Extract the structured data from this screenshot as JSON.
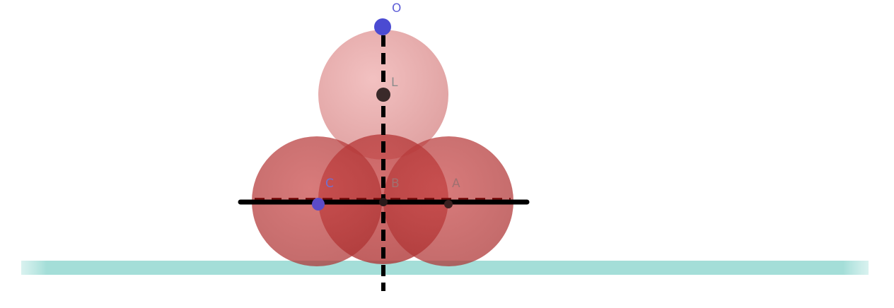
{
  "diagram": {
    "points": {
      "O": {
        "label": "O"
      },
      "L": {
        "label": "L"
      },
      "A": {
        "label": "A"
      },
      "B": {
        "label": "B"
      },
      "C": {
        "label": "C"
      }
    }
  },
  "colors": {
    "background": "#ffffff",
    "ground_plane": "#9fdcd6",
    "sphere_top": "#e7a3a3",
    "sphere_base": "#b93a3a",
    "axis_line": "#000000",
    "point_blue": "#4b4bd2",
    "point_dark": "#3a2a2a",
    "label_blue": "#6060d8",
    "label_gray": "#8c8c8c"
  }
}
